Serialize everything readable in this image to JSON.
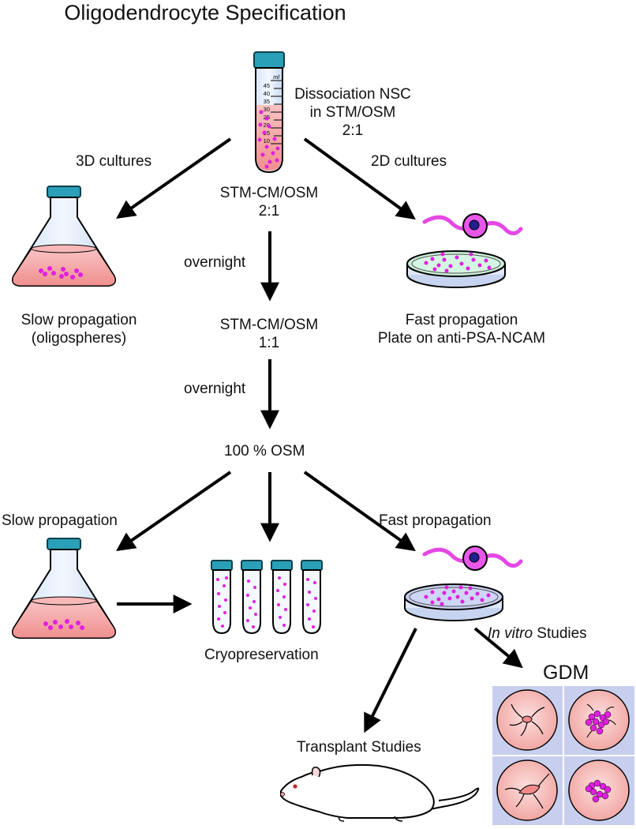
{
  "title": "Oligodendrocyte Specification",
  "tube_scale": [
    "ml",
    "45",
    "40",
    "35",
    "30",
    "25",
    "20",
    "15",
    "10"
  ],
  "labels": {
    "dissociation": [
      "Dissociation NSC",
      "in STM/OSM",
      "2:1"
    ],
    "cultures_3d": "3D cultures",
    "cultures_2d": "2D cultures",
    "step1": [
      "STM-CM/OSM",
      "2:1"
    ],
    "overnight_1": "overnight",
    "step2": [
      "STM-CM/OSM",
      "1:1"
    ],
    "overnight_2": "overnight",
    "step3": "100 % OSM",
    "slow_propagation_top": [
      "Slow propagation",
      "(oligospheres)"
    ],
    "fast_propagation_top": [
      "Fast propagation",
      "Plate on anti-PSA-NCAM"
    ],
    "slow_propagation": "Slow propagation",
    "fast_propagation": "Fast propagation",
    "cryopreservation": "Cryopreservation",
    "in_vitro_italic": "In vitro",
    "in_vitro_rest": " Studies",
    "gdm": "GDM",
    "transplant": "Transplant Studies"
  },
  "colors": {
    "cells": "#e020e0",
    "medium": "#f6a9a9",
    "cap": "#2aa0b8",
    "gdm_panel": "#c8cfee",
    "arrow": "#000000"
  }
}
